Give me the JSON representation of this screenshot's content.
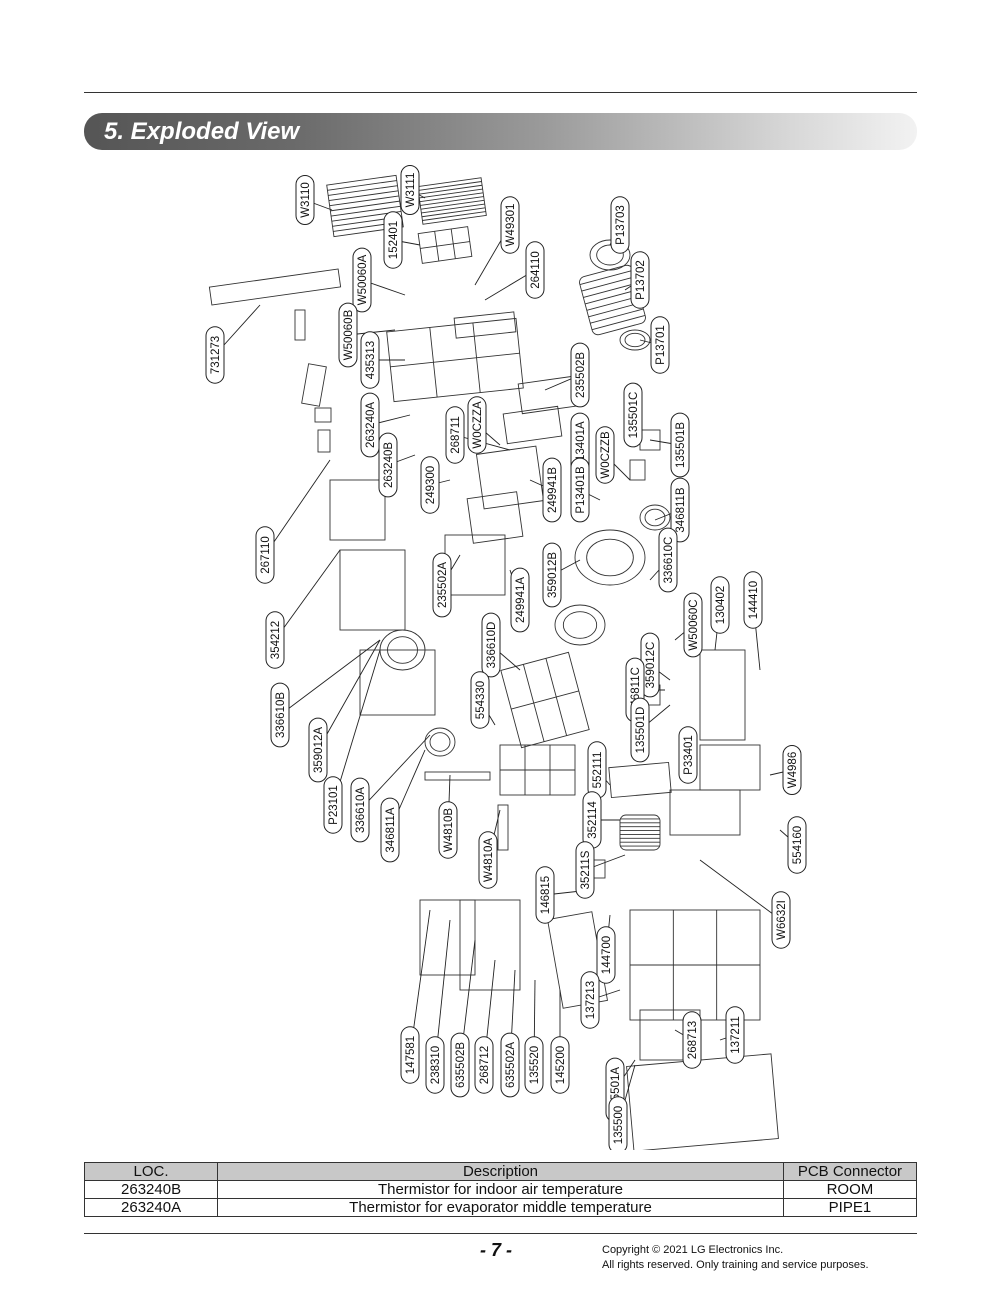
{
  "section": {
    "title": "5. Exploded View"
  },
  "callouts": [
    "W3110",
    "W3111",
    "152401",
    "W49301",
    "P13703",
    "W50060A",
    "264110",
    "P13702",
    "731273",
    "W50060B",
    "435313",
    "P13701",
    "235502B",
    "263240A",
    "268711",
    "W0CZZA",
    "135501C",
    "263240B",
    "249300",
    "P13401A",
    "W0CZZB",
    "135501B",
    "249941B",
    "P13401B",
    "346811B",
    "267110",
    "336610C",
    "235502A",
    "249941A",
    "359012B",
    "W50060C",
    "130402",
    "144410",
    "354212",
    "336610D",
    "359012C",
    "346811C",
    "336610B",
    "554330",
    "135501D",
    "359012A",
    "552111",
    "P33401",
    "W4986",
    "P23101",
    "336610A",
    "352114",
    "346811A",
    "W4810B",
    "35211S",
    "554160",
    "W4810A",
    "146815",
    "W6632I",
    "144700",
    "147581",
    "238310",
    "635502B",
    "268712",
    "635502A",
    "135520",
    "145200",
    "137213",
    "135501A",
    "268713",
    "137211",
    "135500"
  ],
  "table": {
    "headers": [
      "LOC.",
      "Description",
      "PCB Connector"
    ],
    "rows": [
      [
        "263240B",
        "Thermistor for indoor air temperature",
        "ROOM"
      ],
      [
        "263240A",
        "Thermistor for evaporator middle temperature",
        "PIPE1"
      ]
    ]
  },
  "footer": {
    "page_number": "- 7 -",
    "copyright_line1": "Copyright © 2021 LG Electronics Inc.",
    "copyright_line2": "All rights reserved. Only training and service purposes."
  }
}
